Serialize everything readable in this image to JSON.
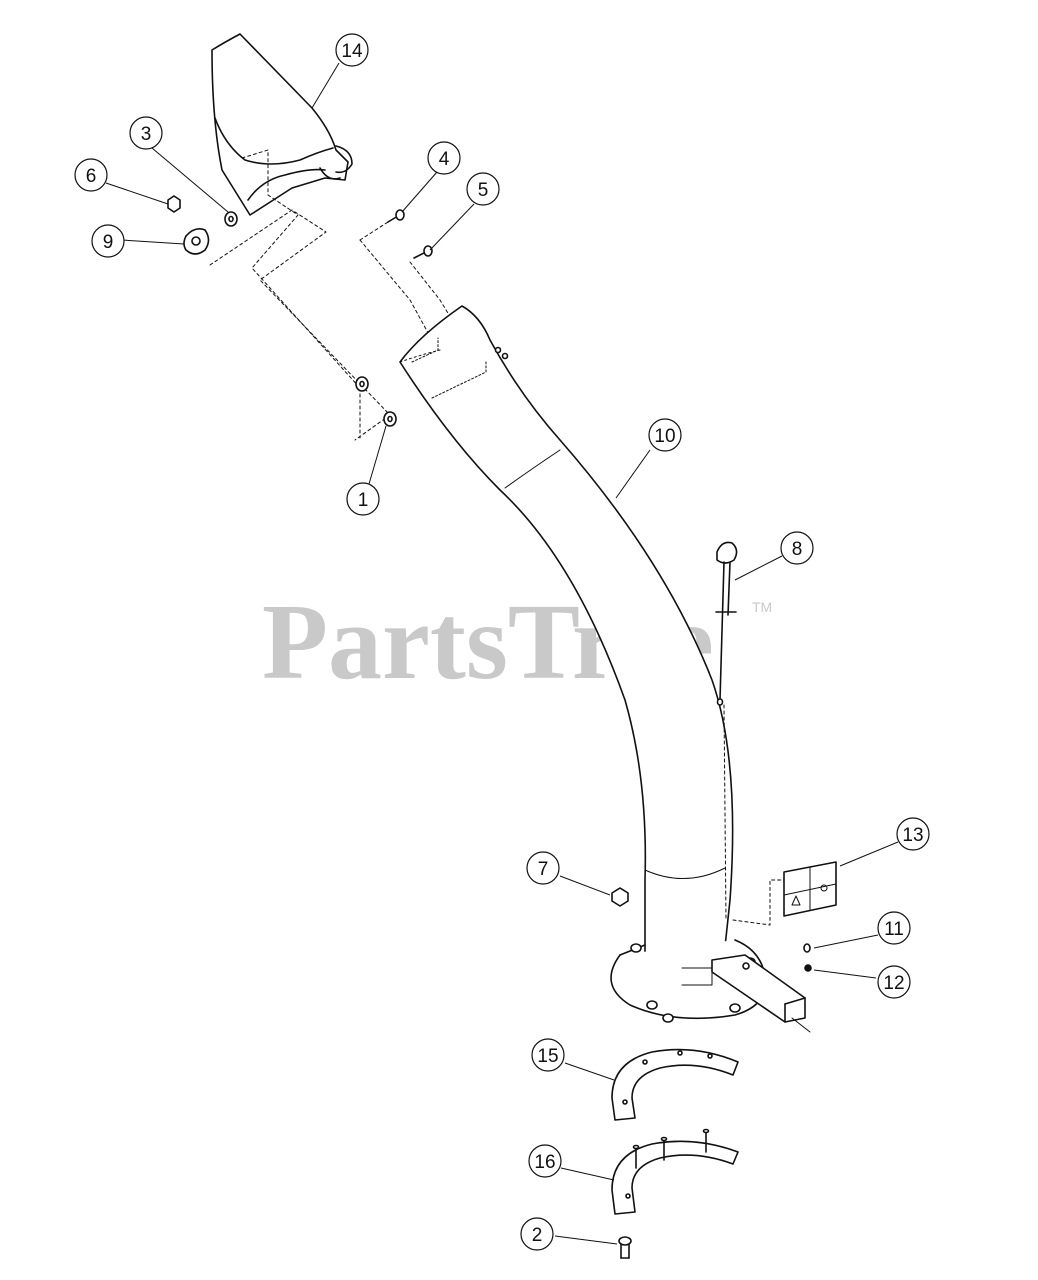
{
  "watermark": {
    "text": "PartsTree",
    "trademark": "TM"
  },
  "callouts": [
    {
      "id": "1",
      "label": "1"
    },
    {
      "id": "2",
      "label": "2"
    },
    {
      "id": "3",
      "label": "3"
    },
    {
      "id": "4",
      "label": "4"
    },
    {
      "id": "5",
      "label": "5"
    },
    {
      "id": "6",
      "label": "6"
    },
    {
      "id": "7",
      "label": "7"
    },
    {
      "id": "8",
      "label": "8"
    },
    {
      "id": "9",
      "label": "9"
    },
    {
      "id": "10",
      "label": "10"
    },
    {
      "id": "11",
      "label": "11"
    },
    {
      "id": "12",
      "label": "12"
    },
    {
      "id": "13",
      "label": "13"
    },
    {
      "id": "14",
      "label": "14"
    },
    {
      "id": "15",
      "label": "15"
    },
    {
      "id": "16",
      "label": "16"
    }
  ],
  "colors": {
    "line": "#111111",
    "watermark": "#c9c9c9",
    "background": "#ffffff"
  }
}
